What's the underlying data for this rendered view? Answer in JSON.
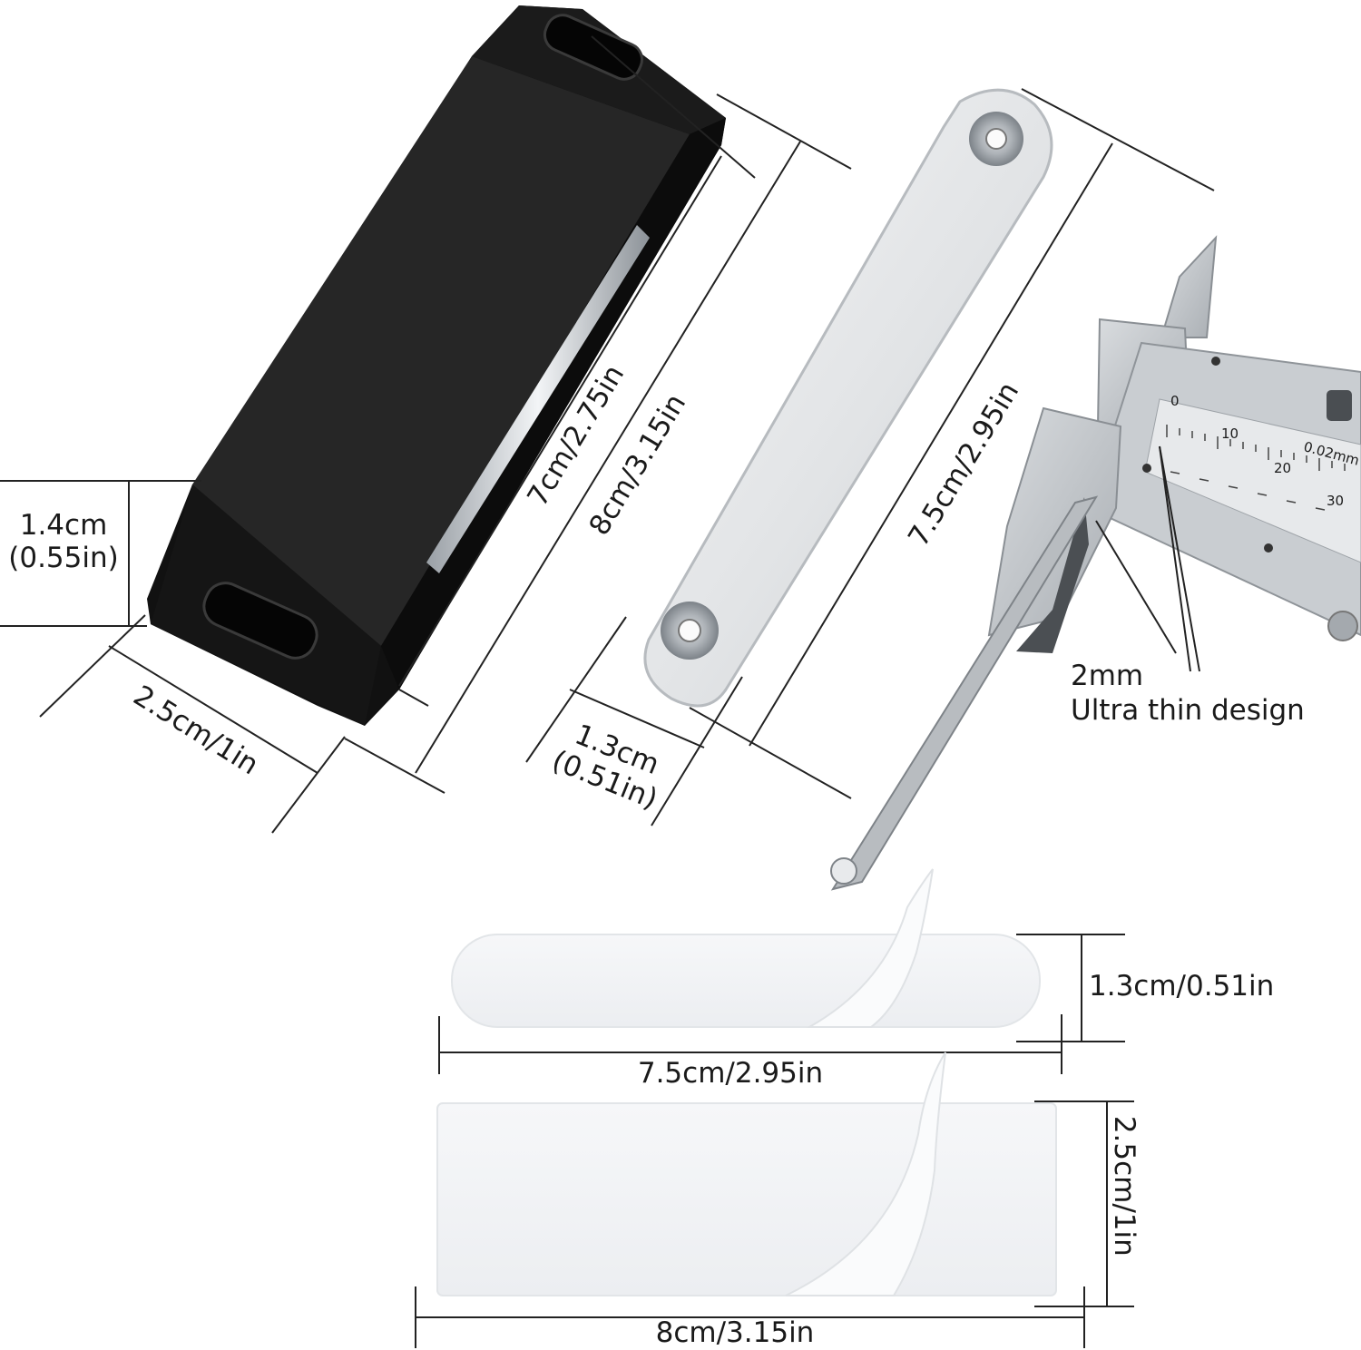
{
  "catch_dims": {
    "height_cm": "1.4cm",
    "height_in": "(0.55in)",
    "width": "2.5cm/1in",
    "inner_length": "7cm/2.75in",
    "outer_length": "8cm/3.15in"
  },
  "plate_dims": {
    "length": "7.5cm/2.95in",
    "width_cm": "1.3cm",
    "width_in": "(0.51in)"
  },
  "caliper": {
    "thickness": "2mm",
    "caption": "Ultra thin design",
    "scale_label": "0.02mm",
    "scale_numbers": [
      "0",
      "10",
      "20",
      "30"
    ]
  },
  "pad_small": {
    "length": "7.5cm/2.95in",
    "height": "1.3cm/0.51in"
  },
  "pad_large": {
    "length": "8cm/3.15in",
    "height": "2.5cm/1in"
  },
  "colors": {
    "catch_body": "#1c1c1c",
    "plate": "#e4e6e8",
    "pad": "#f3f5f7",
    "dimension_line": "#222222"
  }
}
